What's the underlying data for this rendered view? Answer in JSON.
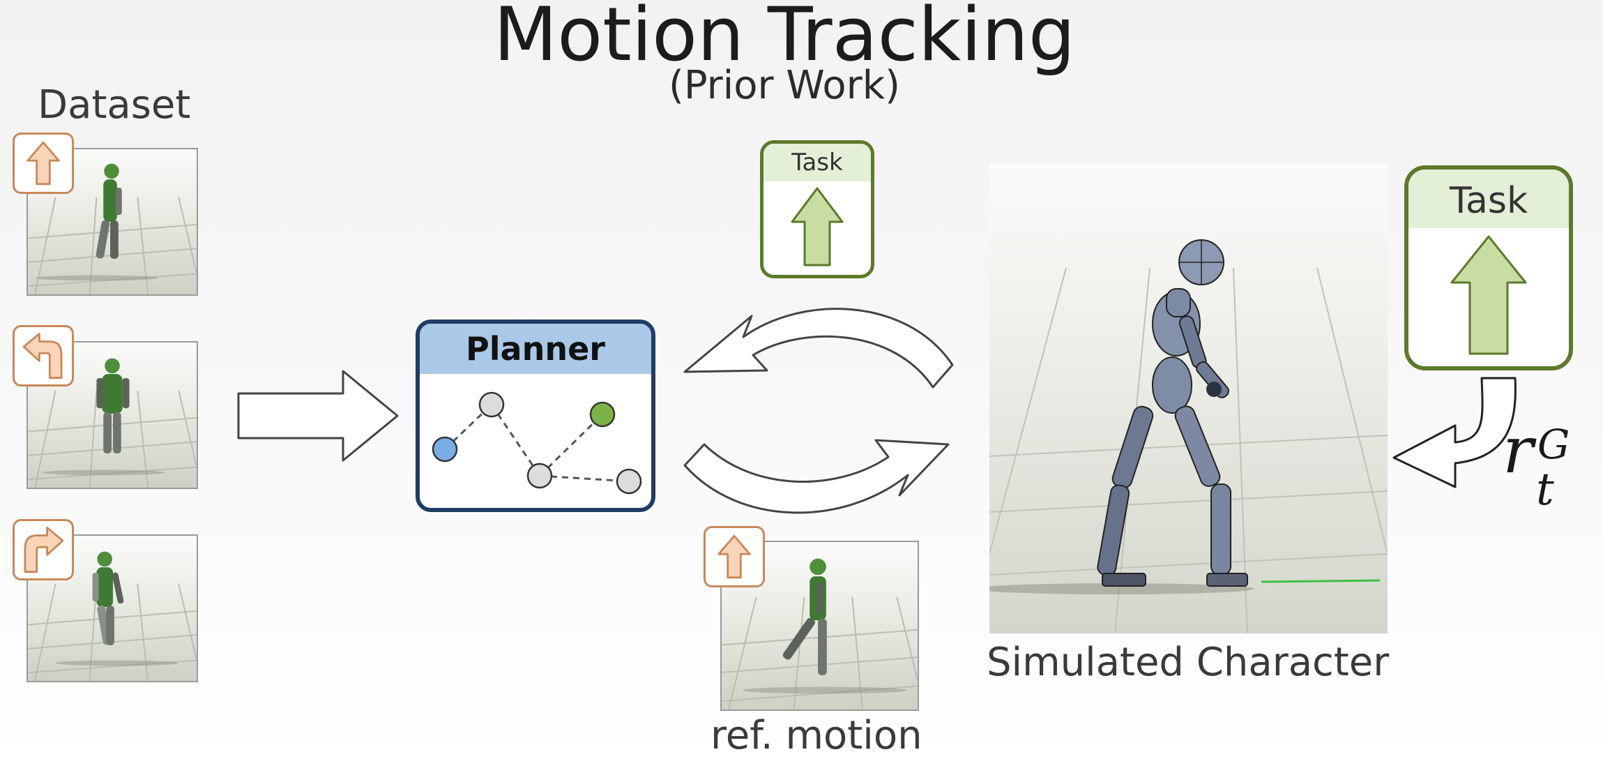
{
  "title": "Motion Tracking",
  "subtitle": "(Prior Work)",
  "dataset": {
    "label": "Dataset",
    "items": [
      {
        "icon": "arrow-up-icon"
      },
      {
        "icon": "turn-left-icon"
      },
      {
        "icon": "turn-right-icon"
      }
    ]
  },
  "planner": {
    "title": "Planner"
  },
  "task_small": {
    "title": "Task"
  },
  "task_large": {
    "title": "Task"
  },
  "ref_motion": {
    "label": "ref. motion",
    "icon": "arrow-up-icon"
  },
  "simulated": {
    "label": "Simulated Character"
  },
  "reward": {
    "symbol": "r",
    "subscript": "t",
    "superscript": "G"
  },
  "colors": {
    "planner_border": "#1f3c64",
    "planner_header": "#aac8e8",
    "task_border": "#5b7a2a",
    "task_header": "#e4efd8",
    "task_arrow": "#c8dca4",
    "icon_border": "#c8885a",
    "icon_arrow": "#f9d4b8",
    "node_blue": "#79aee4",
    "node_green": "#7db346",
    "node_gray": "#dcdcdc"
  }
}
